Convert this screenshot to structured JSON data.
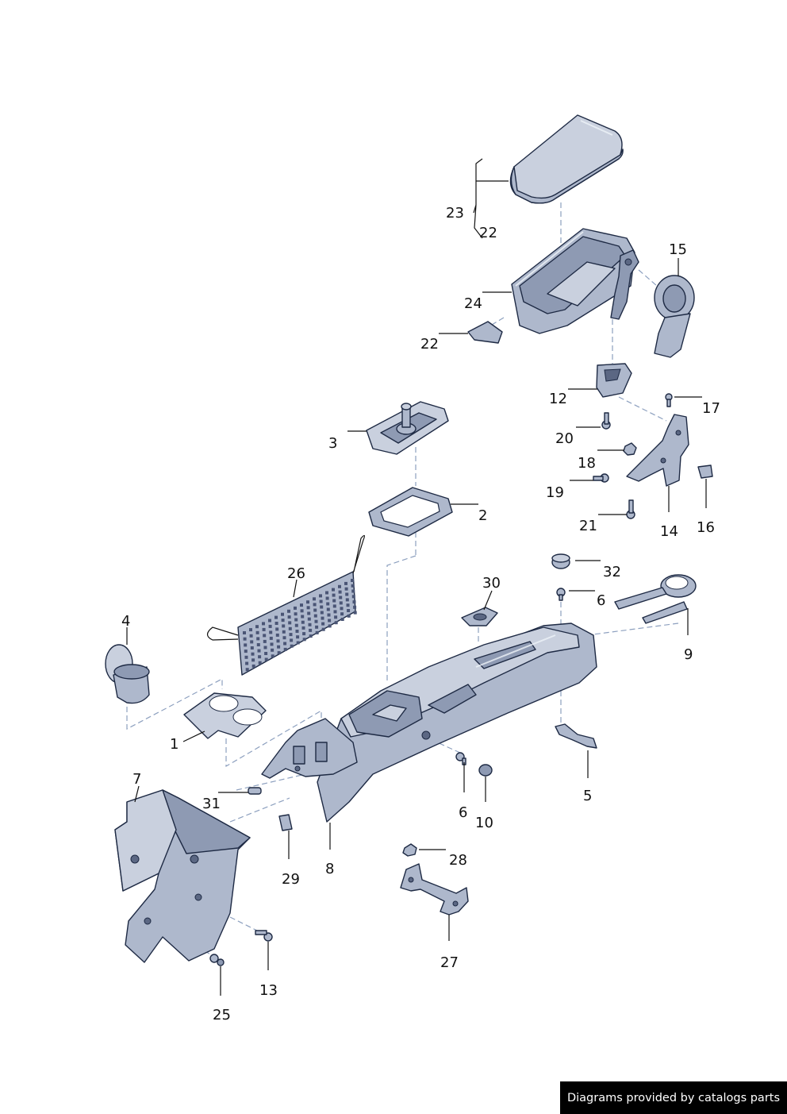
{
  "callouts": {
    "c1": "1",
    "c2": "2",
    "c3": "3",
    "c4": "4",
    "c5": "5",
    "c6a": "6",
    "c6b": "6",
    "c7": "7",
    "c8": "8",
    "c9": "9",
    "c10": "10",
    "c12": "12",
    "c13": "13",
    "c14": "14",
    "c15": "15",
    "c16": "16",
    "c17": "17",
    "c18": "18",
    "c19": "19",
    "c20": "20",
    "c21": "21",
    "c22a": "22",
    "c22b": "22",
    "c23": "23",
    "c24": "24",
    "c25": "25",
    "c26": "26",
    "c27": "27",
    "c28": "28",
    "c29": "29",
    "c30": "30",
    "c31": "31",
    "c32": "32"
  },
  "footer": {
    "text": "Diagrams provided by catalogs parts"
  },
  "colors": {
    "part_fill": "#aeb8cc",
    "outline": "#1e2a44",
    "dash": "#8da0bf"
  }
}
